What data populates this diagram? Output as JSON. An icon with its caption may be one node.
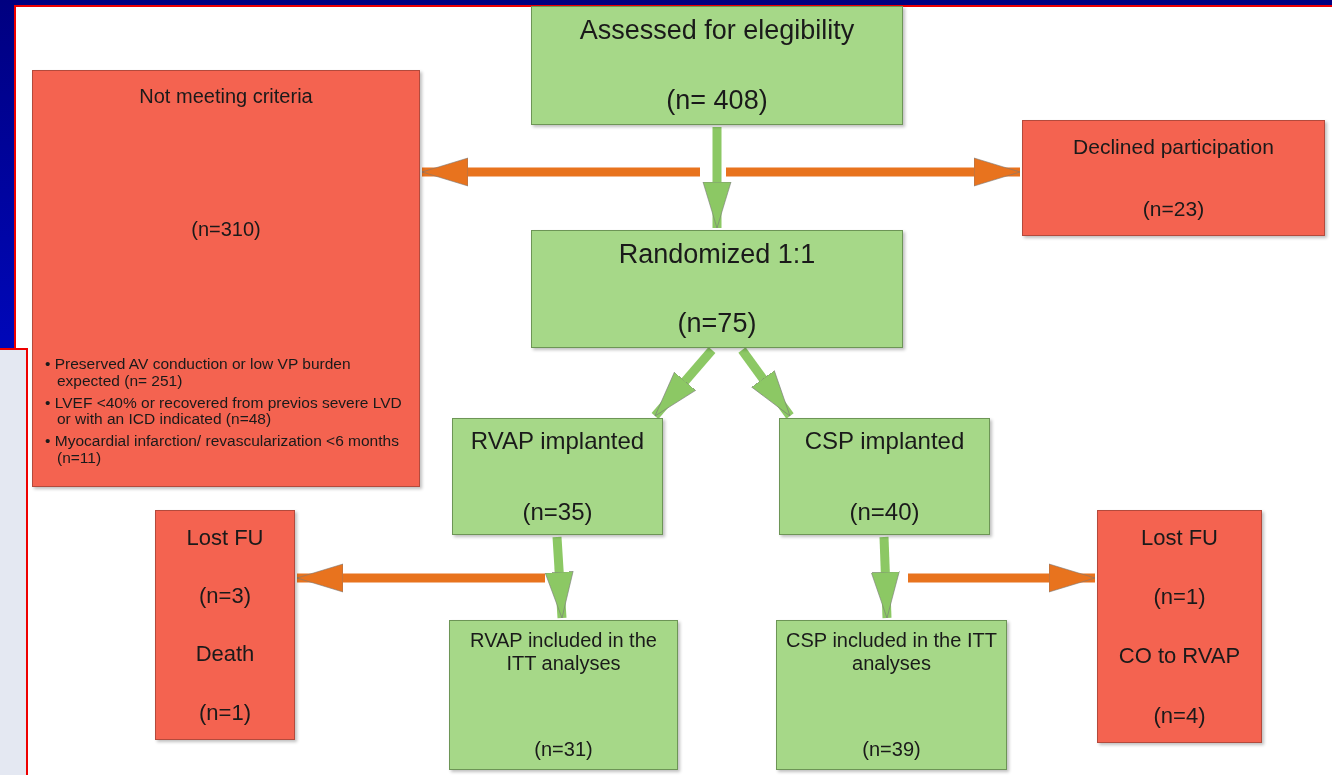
{
  "diagram": {
    "nodes": [
      {
        "text": [
          "Assessed for elegibility",
          "(n= 408)"
        ]
      },
      {
        "text": [
          "Not meeting criteria",
          "(n=310)",
          "• Preserved AV conduction or low VP burden expected (n= 251)",
          "• LVEF <40% or recovered from previos severe LVD or with an ICD indicated (n=48)",
          "• Myocardial infarction/ revascularization <6 months (n=11)"
        ]
      },
      {
        "text": [
          "Declined participation",
          "(n=23)"
        ]
      },
      {
        "text": [
          "Randomized 1:1",
          "(n=75)"
        ]
      },
      {
        "text": [
          "RVAP implanted",
          "(n=35)"
        ]
      },
      {
        "text": [
          "CSP implanted",
          "(n=40)"
        ]
      },
      {
        "text": [
          "Lost FU",
          "(n=3)",
          "Death",
          "(n=1)"
        ]
      },
      {
        "text": [
          "RVAP included in the ITT analyses",
          "(n=31)"
        ]
      },
      {
        "text": [
          "CSP included in the ITT analyses",
          "(n=39)"
        ]
      },
      {
        "text": [
          "Lost FU",
          "(n=1)",
          "CO to RVAP",
          "(n=4)"
        ]
      }
    ],
    "edges": [
      {
        "from": 0,
        "to": 3,
        "arrow": "to"
      },
      {
        "from": 0,
        "to": 1,
        "arrow": "to",
        "color": "#e8731e"
      },
      {
        "from": 0,
        "to": 2,
        "arrow": "to",
        "color": "#e8731e"
      },
      {
        "from": 3,
        "to": 4,
        "arrow": "to"
      },
      {
        "from": 3,
        "to": 5,
        "arrow": "to"
      },
      {
        "from": 4,
        "to": 7,
        "arrow": "to"
      },
      {
        "from": 4,
        "to": 6,
        "arrow": "to",
        "color": "#e8731e"
      },
      {
        "from": 5,
        "to": 8,
        "arrow": "to"
      },
      {
        "from": 5,
        "to": 9,
        "arrow": "to",
        "color": "#e8731e"
      }
    ]
  }
}
